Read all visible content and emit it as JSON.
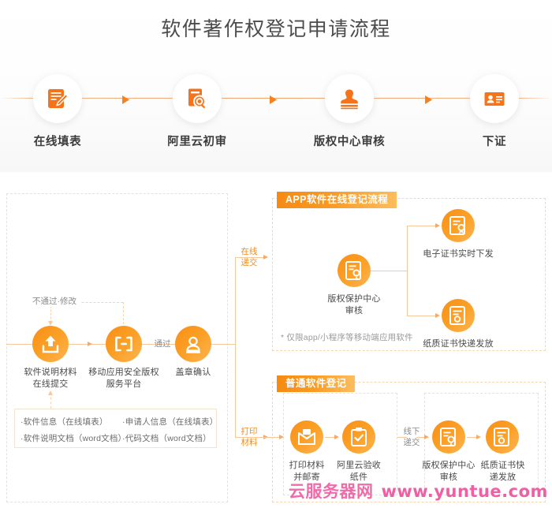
{
  "hero": {
    "title": "软件著作权登记申请流程",
    "steps": [
      {
        "label": "在线填表",
        "icon": "form-pencil-icon"
      },
      {
        "label": "阿里云初审",
        "icon": "document-search-icon"
      },
      {
        "label": "版权中心审核",
        "icon": "stamp-icon"
      },
      {
        "label": "下证",
        "icon": "certificate-card-icon"
      }
    ]
  },
  "colors": {
    "accent": "#f7941d",
    "accent_dark": "#f68a13",
    "line": "#f6c79b",
    "dash_gray": "#e2e2e2",
    "dash_orange": "#f8d6ae",
    "watermark": "#ef5fa4"
  },
  "left_panel": {
    "nodes": [
      {
        "label_line1": "软件说明材料",
        "label_line2": "在线提交",
        "icon": "upload-icon"
      },
      {
        "label_line1": "移动应用安全版权",
        "label_line2": "服务平台",
        "icon": "brackets-icon"
      },
      {
        "label_line1": "盖章确认",
        "label_line2": "",
        "icon": "stamp-icon"
      }
    ],
    "reject_label": "不通过·修改",
    "pass_label": "通过",
    "materials": [
      "·软件信息（在线填表）",
      "·申请人信息（在线填表）",
      "·软件说明文档（word文档）",
      "·代码文档（word文档）"
    ]
  },
  "branches": [
    {
      "line1": "在线",
      "line2": "递交"
    },
    {
      "line1": "打印",
      "line2": "材料"
    }
  ],
  "app_section": {
    "badge": "APP软件在线登记流程",
    "nodes": [
      {
        "label_line1": "版权保护中心",
        "label_line2": "审核",
        "icon": "review-doc-icon"
      },
      {
        "label_line1": "电子证书实时下发",
        "label_line2": "",
        "icon": "e-certificate-icon"
      },
      {
        "label_line1": "纸质证书快递发放",
        "label_line2": "",
        "icon": "paper-certificate-icon"
      }
    ],
    "note": "* 仅限app/小程序等移动端应用软件"
  },
  "normal_section": {
    "badge": "普通软件登记",
    "nodes": [
      {
        "label_line1": "打印材料",
        "label_line2": "并邮寄",
        "icon": "mail-envelope-icon"
      },
      {
        "label_line1": "阿里云验收",
        "label_line2": "纸件",
        "icon": "clipboard-check-icon"
      },
      {
        "label_line1": "版权保护中心",
        "label_line2": "审核",
        "icon": "review-doc-icon"
      },
      {
        "label_line1": "纸质证书快",
        "label_line2": "递发放",
        "icon": "paper-certificate-icon"
      }
    ],
    "mid_label_line1": "线下",
    "mid_label_line2": "递交"
  },
  "watermark": {
    "cn": "云服务器网",
    "en": "www.yuntue.com"
  }
}
